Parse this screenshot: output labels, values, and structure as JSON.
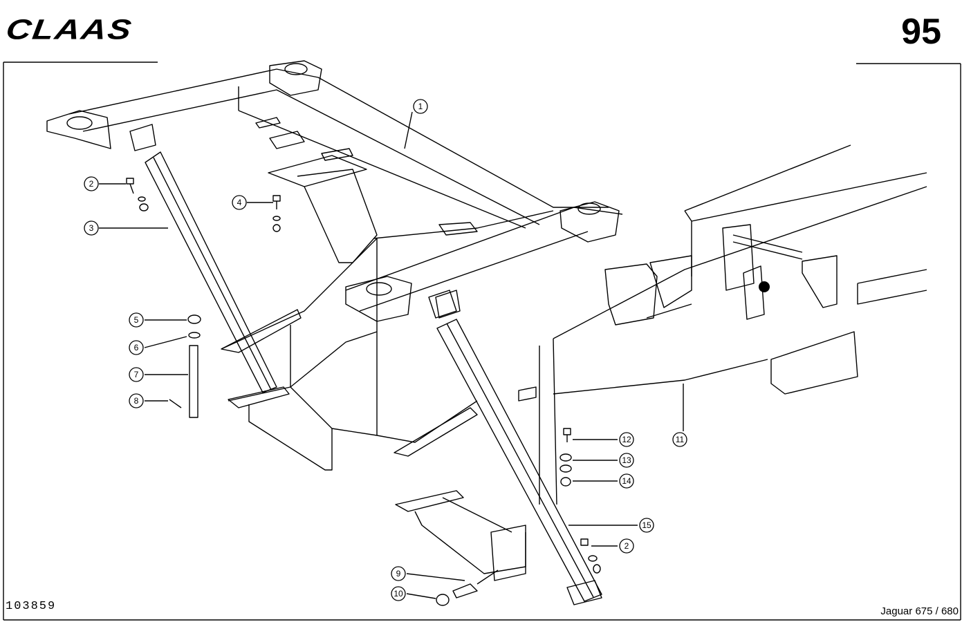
{
  "header": {
    "brand": "CLAAS",
    "page_number": "95"
  },
  "footer": {
    "drawing_id": "103859",
    "model": "Jaguar 675 / 680"
  },
  "callouts": [
    {
      "label": "1"
    },
    {
      "label": "2"
    },
    {
      "label": "3"
    },
    {
      "label": "4"
    },
    {
      "label": "5"
    },
    {
      "label": "6"
    },
    {
      "label": "7"
    },
    {
      "label": "8"
    },
    {
      "label": "9"
    },
    {
      "label": "10"
    },
    {
      "label": "11"
    },
    {
      "label": "12"
    },
    {
      "label": "13"
    },
    {
      "label": "14"
    },
    {
      "label": "15"
    },
    {
      "label": "2"
    }
  ]
}
